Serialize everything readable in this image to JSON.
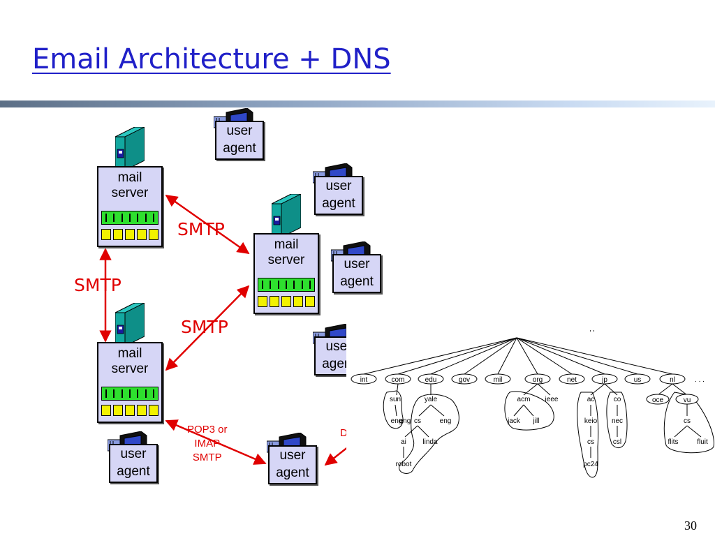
{
  "slide": {
    "title": "Email Architecture + DNS",
    "page_number": "30"
  },
  "servers": [
    {
      "label_line1": "mail",
      "label_line2": "server"
    },
    {
      "label_line1": "mail",
      "label_line2": "server"
    },
    {
      "label_line1": "mail",
      "label_line2": "server"
    }
  ],
  "agents": [
    {
      "line1": "user",
      "line2": "agent"
    },
    {
      "line1": "user",
      "line2": "agent"
    },
    {
      "line1": "user",
      "line2": "agent"
    },
    {
      "line1": "user",
      "line2": "agent"
    },
    {
      "line1": "user",
      "line2": "agent"
    },
    {
      "line1": "user",
      "line2": "agent"
    }
  ],
  "protocols": {
    "smtp_upper": "SMTP",
    "smtp_left": "SMTP",
    "smtp_lower": "SMTP",
    "pop3_line1": "POP3 or",
    "pop3_line2": "IMAP",
    "pop3_line3": "SMTP",
    "dns": "DNS"
  },
  "dns_tree": {
    "top_marks": "'   '",
    "top_level": [
      {
        "label": "int",
        "children": []
      },
      {
        "label": "com",
        "children": [
          {
            "label": "sun",
            "children": [
              {
                "label": "eng",
                "children": []
              }
            ]
          }
        ]
      },
      {
        "label": "edu",
        "children": [
          {
            "label": "yale",
            "children": [
              {
                "label": "eng",
                "children": []
              },
              {
                "label": "cs",
                "children": [
                  {
                    "label": "ai",
                    "children": [
                      {
                        "label": "robot",
                        "children": []
                      }
                    ]
                  },
                  {
                    "label": "linda",
                    "children": []
                  }
                ]
              },
              {
                "label": "eng",
                "children": []
              }
            ]
          }
        ]
      },
      {
        "label": "gov",
        "children": []
      },
      {
        "label": "mil",
        "children": []
      },
      {
        "label": "org",
        "children": [
          {
            "label": "acm",
            "children": [
              {
                "label": "jack",
                "children": []
              },
              {
                "label": "jill",
                "children": []
              }
            ]
          },
          {
            "label": "ieee",
            "children": []
          }
        ]
      },
      {
        "label": "net",
        "children": []
      },
      {
        "label": "jp",
        "children": [
          {
            "label": "ac",
            "children": [
              {
                "label": "keio",
                "children": [
                  {
                    "label": "cs",
                    "children": [
                      {
                        "label": "pc24",
                        "children": []
                      }
                    ]
                  }
                ]
              }
            ]
          },
          {
            "label": "co",
            "children": [
              {
                "label": "nec",
                "children": [
                  {
                    "label": "csl",
                    "children": []
                  }
                ]
              }
            ]
          }
        ]
      },
      {
        "label": "us",
        "children": []
      },
      {
        "label": "nl",
        "children": [
          {
            "label": "oce",
            "children": []
          },
          {
            "label": "vu",
            "children": [
              {
                "label": "cs",
                "children": [
                  {
                    "label": "flits",
                    "children": []
                  },
                  {
                    "label": "fluit",
                    "children": []
                  }
                ]
              }
            ]
          }
        ]
      }
    ],
    "ellipsis": ". . ."
  },
  "colors": {
    "title": "#2020c8",
    "protocol_text": "#e00000",
    "box_fill": "#d6d6f6",
    "led_green": "#2ee02e",
    "slot_yellow": "#f2f200",
    "tower_teal": "#12a8a0"
  }
}
